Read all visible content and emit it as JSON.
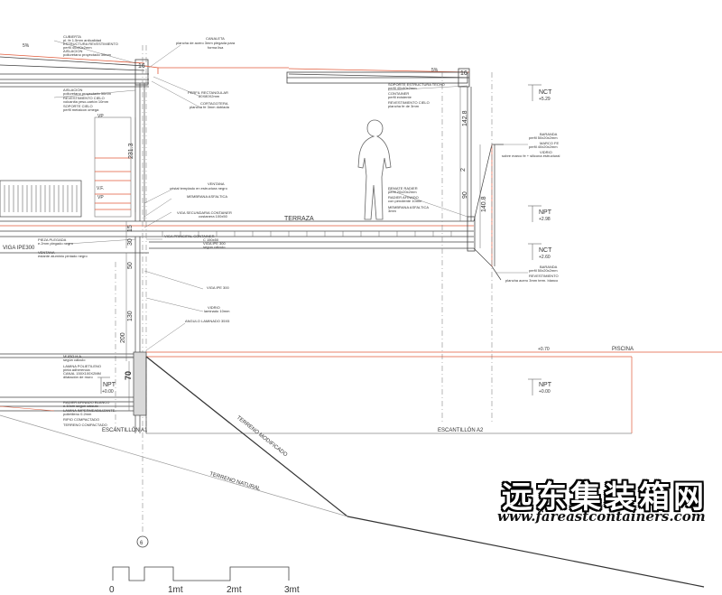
{
  "slope_labels": {
    "top_left": "5%",
    "top_right": "5%"
  },
  "dimensions": {
    "d16_left": "16",
    "d16_right": "16",
    "d2313": "231.3",
    "d1428": "142.8",
    "d2": "2",
    "d90": "90",
    "d1408": "140.8",
    "d15": "15",
    "d30": "30",
    "d50": "50",
    "d130": "130",
    "d200": "200",
    "d70": "70"
  },
  "levels": {
    "nct_top": {
      "name": "NCT",
      "value": "+5.29"
    },
    "npt_mid": {
      "name": "NPT",
      "value": "+2.98"
    },
    "nct_mid": {
      "name": "NCT",
      "value": "+2.60"
    },
    "pool_level": "+0.70",
    "pool": "PISCINA",
    "npt_bottom": {
      "name": "NPT",
      "value": "+0.00"
    },
    "npt_left": {
      "name": "NPT",
      "value": "+0.00"
    }
  },
  "main_labels": {
    "terraza": "TERRAZA",
    "viga_ipe300": "VIGA IPE300",
    "escantillon_a1": "ESCANTILLÓN A1",
    "escantillon_a2": "ESCANTILLÓN A2",
    "terreno_modificado": "TERRENO MODIFICADO",
    "terreno_natural": "TERRENO NATURAL",
    "axis_6": "6",
    "vf": "V.F.",
    "vp1": "VP",
    "vp2": "VP"
  },
  "notes_left": {
    "cubierta": [
      "CUBIERTA",
      "pl. fe 1.5mm anticalidad",
      "ESTRUCTURA REVESTIMIENTO",
      "perfil 40x40x2mm",
      "AISLACION",
      "poliuretano proyectado 30mm"
    ],
    "aislacion": [
      "AISLACION",
      "poliuretano proyectado 30mm",
      "REVESTIMIENTO CIELO",
      "volcanita yeso-cartón 10mm",
      "SOPORTE CIELO",
      "perfil metalcon omega"
    ],
    "pieza_plegada": [
      "PIEZA PLEGADA",
      "e.2mm plegado negro",
      "VENTANA",
      "estante aluminio pintado negro"
    ],
    "muro": [
      "MURO H.A.",
      "según cálculo",
      "LAMINA POLIETILENO",
      "pinta adherencia",
      "CANAL 150X100X2MM",
      "dilatación de muro"
    ],
    "radier": [
      "RADIER AFINADO BLANCO",
      "e.10cm según cálculo",
      "LAMINA IMPERMEABILIZANTE",
      "polietileno 0.2mm",
      "RIPIO COMPACTADO",
      "TERRENO COMPACTADO"
    ]
  },
  "notes_center": {
    "canaleta": [
      "CANALETA",
      "plancha de acero 3mm plegada para",
      "forma lisa"
    ],
    "perfil_rect": [
      "PERFIL RECTANGULAR",
      "80X80X2mm"
    ],
    "cortagotera": [
      "CORTAGOTERA",
      "plancha fe 3mm doblada"
    ],
    "ventana": [
      "VENTANA",
      "cristal templado en estructura negro"
    ],
    "membrana1": [
      "MEMBRANA ASFALTICA"
    ],
    "viga_secundaria": [
      "VIGA SECUNDARIA CONTAINER",
      "costanera 100x50"
    ],
    "viga_principal": [
      "VIGA PRINCIPAL CONTAINER",
      "C 150x50",
      "VIGA IPE 300",
      "según cálculo"
    ],
    "viga_ipe": [
      "VIGA IPE 300"
    ],
    "vidrio": [
      "VIDRIO",
      "laminado 10mm"
    ],
    "angulo": [
      "ANGULO LAMINADO 35X5"
    ]
  },
  "notes_right": {
    "soporte": [
      "SOPORTE ESTRUCTURA TECHO",
      "perfil 40x40x2mm",
      "CONTAINER",
      "perfil existente",
      "REVESTIMIENTO CIELO",
      "plancha fe de 3mm"
    ],
    "remate": [
      "REMATE RADIER",
      "perfil 20x20x2mm",
      "RADIER AFINADO",
      "con pendiente 10mm",
      "MEMBRANA ASFALTICA",
      "3mm"
    ],
    "baranda_top": [
      "BARANDA",
      "perfil 50x20x2mm",
      "MARCO FE",
      "perfil 40x20x2mm",
      "VIDRIO",
      "sobre marco fe + silicona estructural"
    ],
    "baranda_bottom": [
      "BARANDA",
      "perfil 50x20x2mm",
      "REVESTIMIENTO",
      "plancha acero 3mm term. blanco"
    ]
  },
  "scale_bar": {
    "labels": [
      "0",
      "1mt",
      "2mt",
      "3mt"
    ]
  },
  "watermark": {
    "chinese": "远东集装箱网",
    "url": "www.fareastcontainers.com"
  },
  "colors": {
    "line": "#444444",
    "accent": "#e05a3a",
    "text": "#333333",
    "dashed": "#888888"
  }
}
